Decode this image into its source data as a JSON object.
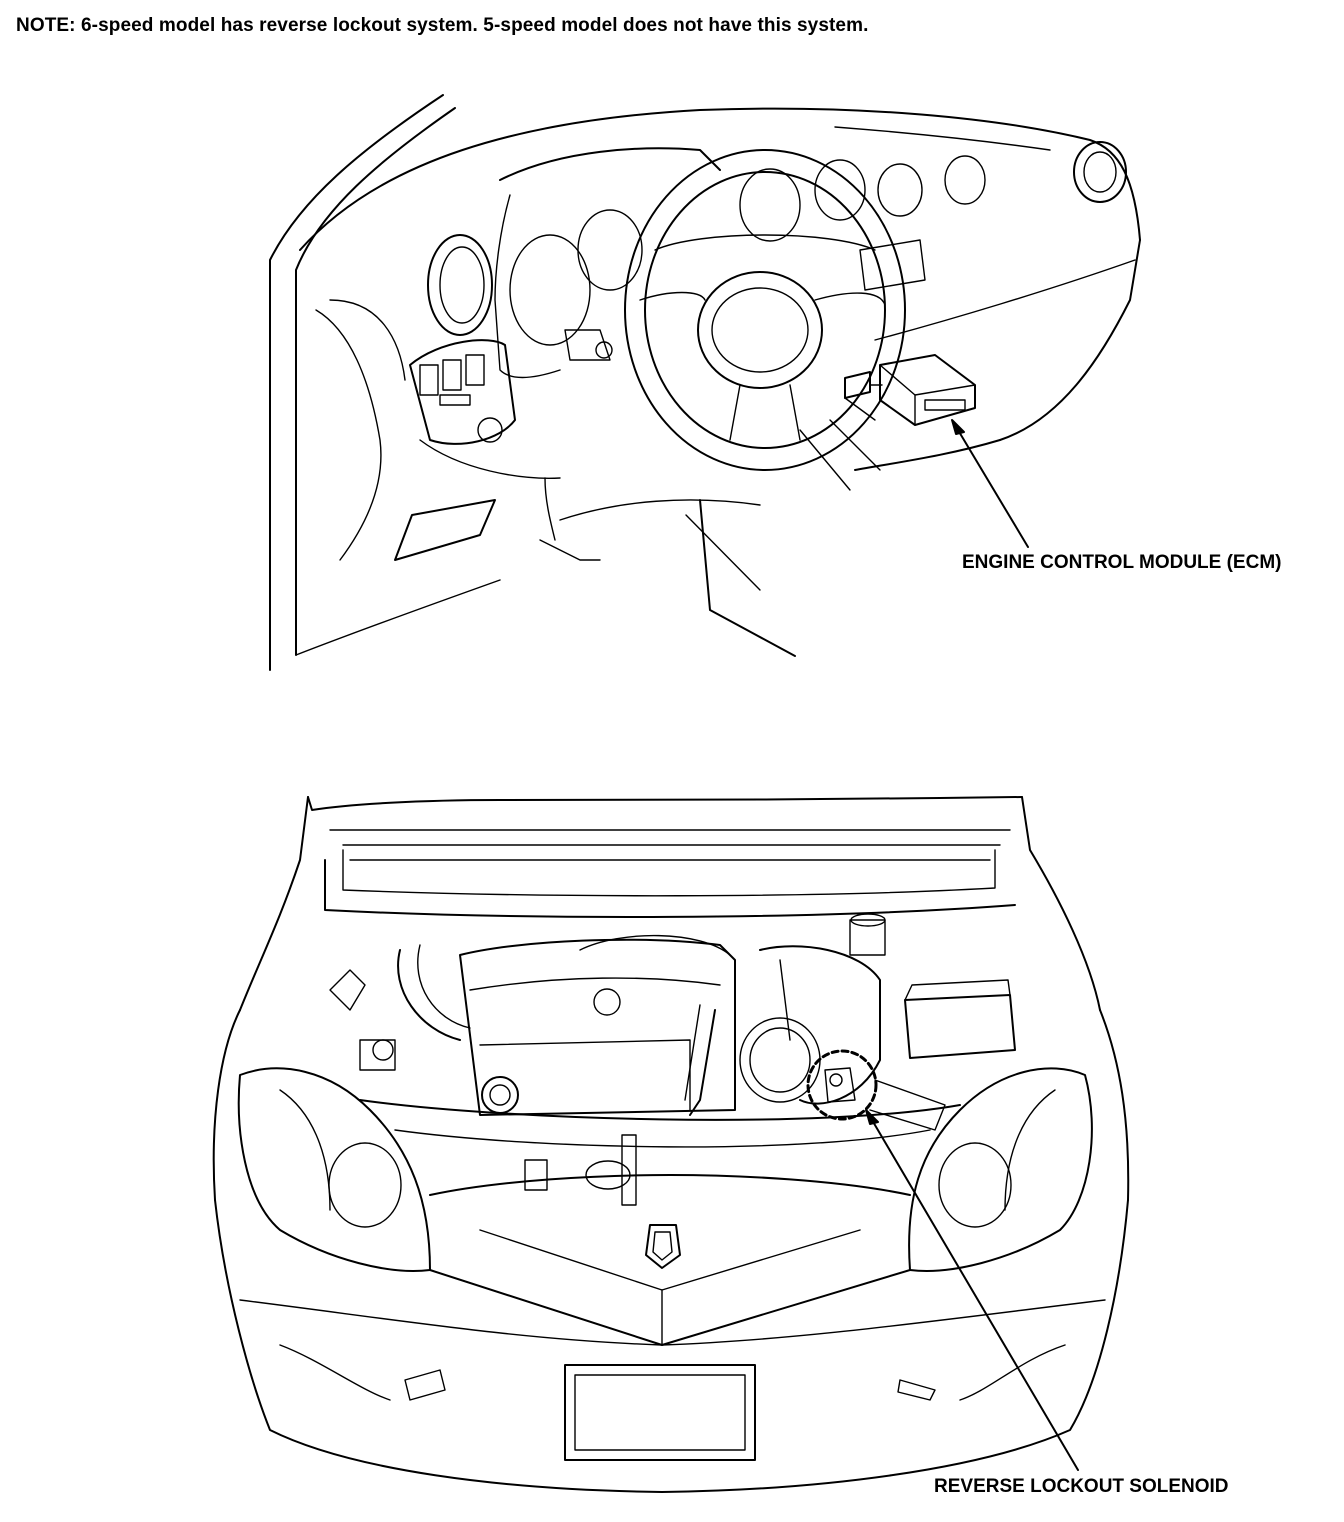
{
  "note": "NOTE: 6-speed model has reverse lockout system. 5-speed model does not have this system.",
  "callouts": {
    "ecm": "ENGINE CONTROL MODULE (ECM)",
    "solenoid": "REVERSE LOCKOUT SOLENOID"
  },
  "colors": {
    "line": "#000000",
    "background": "#ffffff"
  }
}
